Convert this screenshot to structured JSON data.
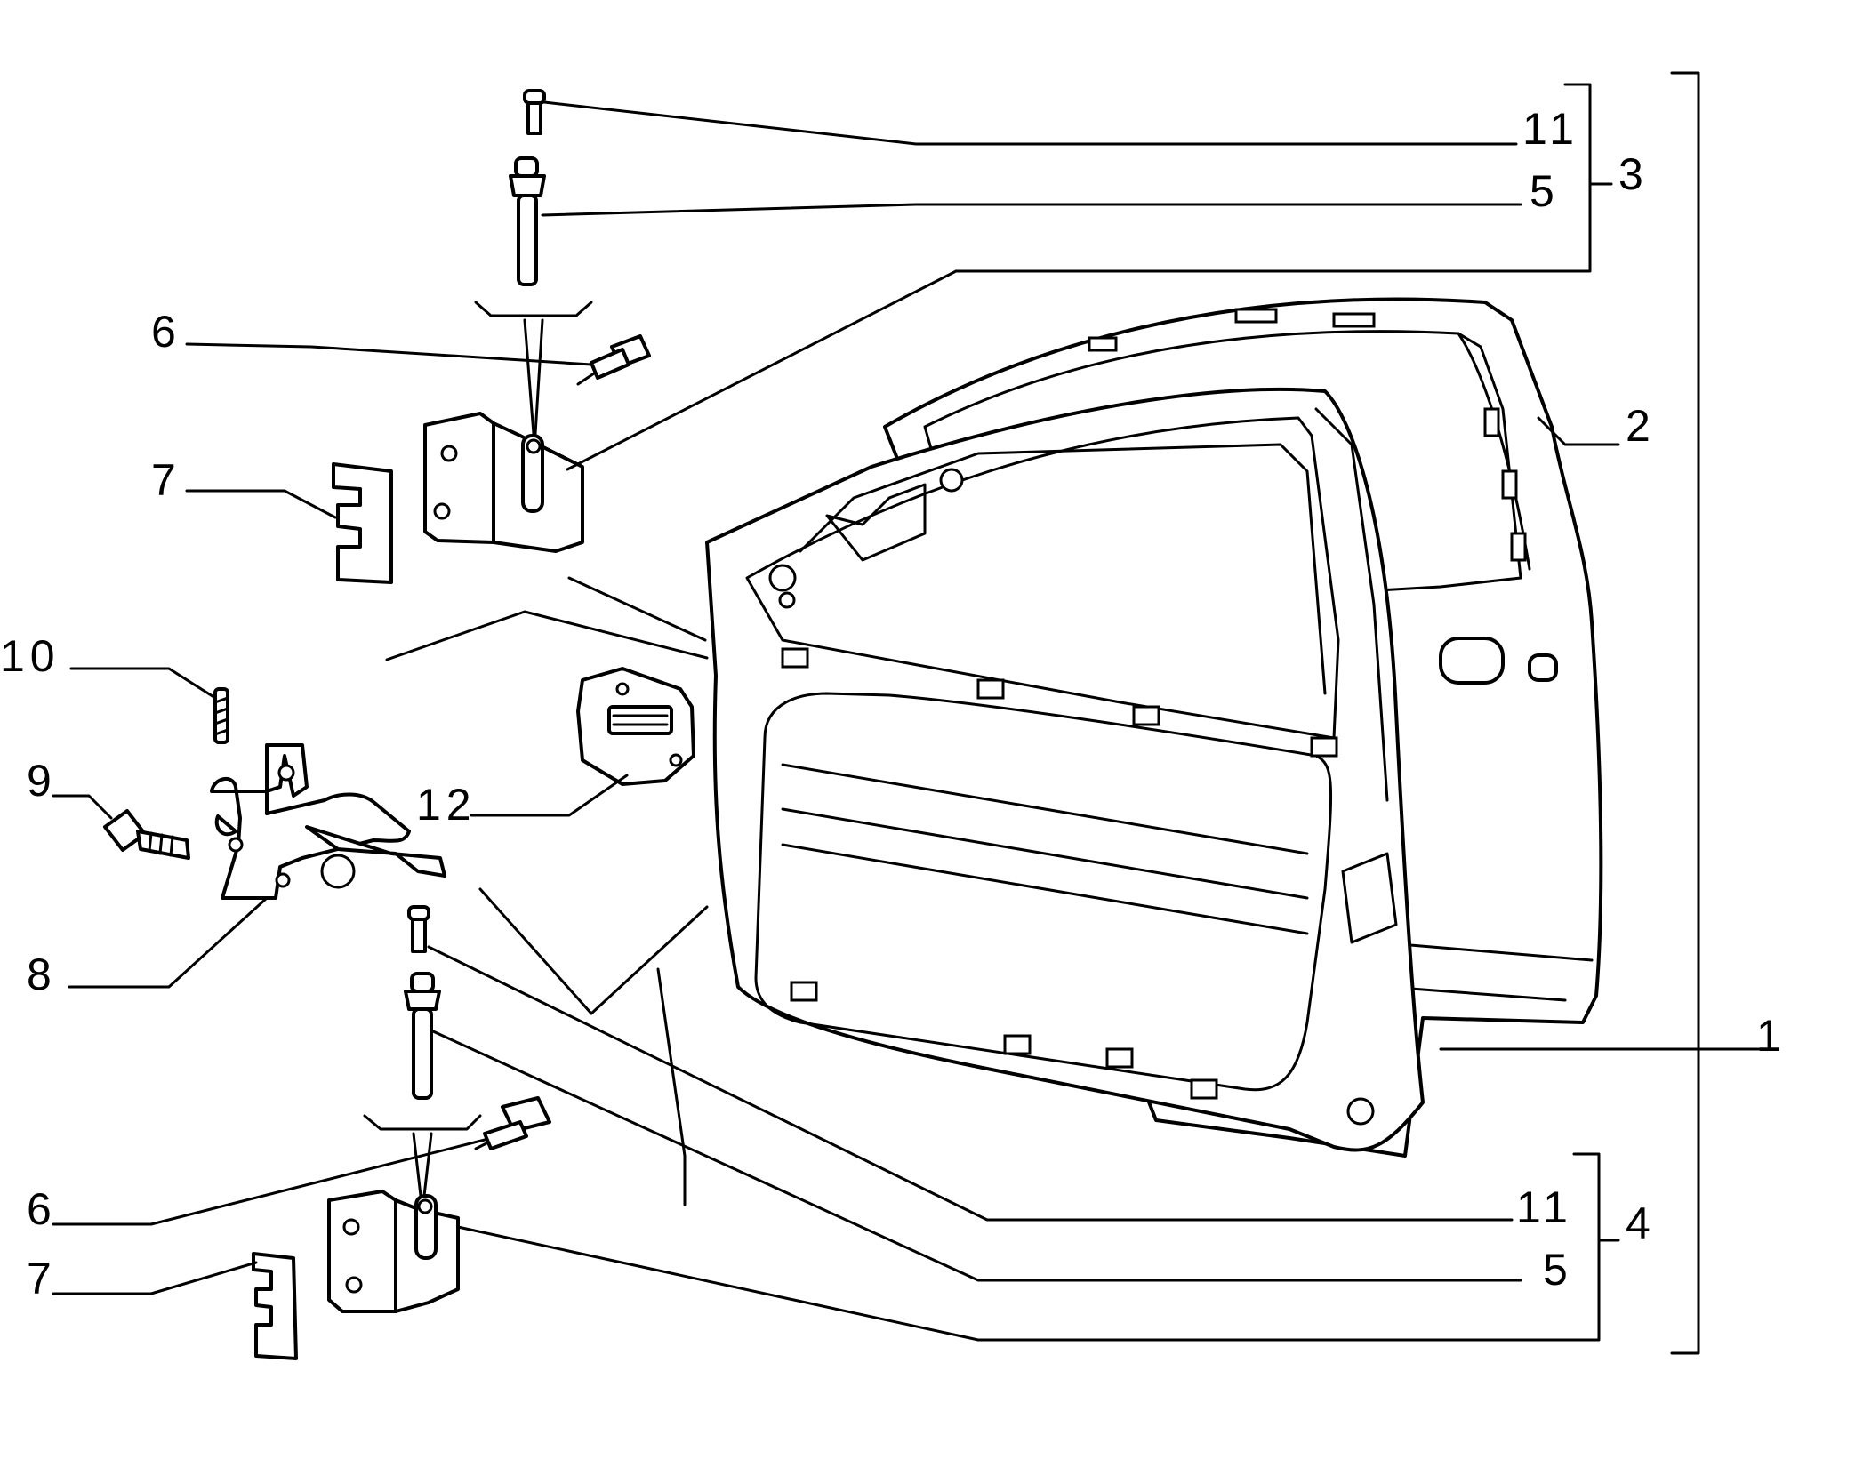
{
  "callouts": {
    "c1": "1",
    "c2": "2",
    "c3": "3",
    "c4": "4",
    "c5_top": "5",
    "c5_bottom": "5",
    "c6_top": "6",
    "c6_bottom": "6",
    "c7_top": "7",
    "c7_bottom": "7",
    "c8": "8",
    "c9": "9",
    "c10": "10",
    "c11_top": "11",
    "c11_bottom": "11",
    "c12": "12"
  },
  "colors": {
    "line": "#000000",
    "background": "#ffffff"
  }
}
